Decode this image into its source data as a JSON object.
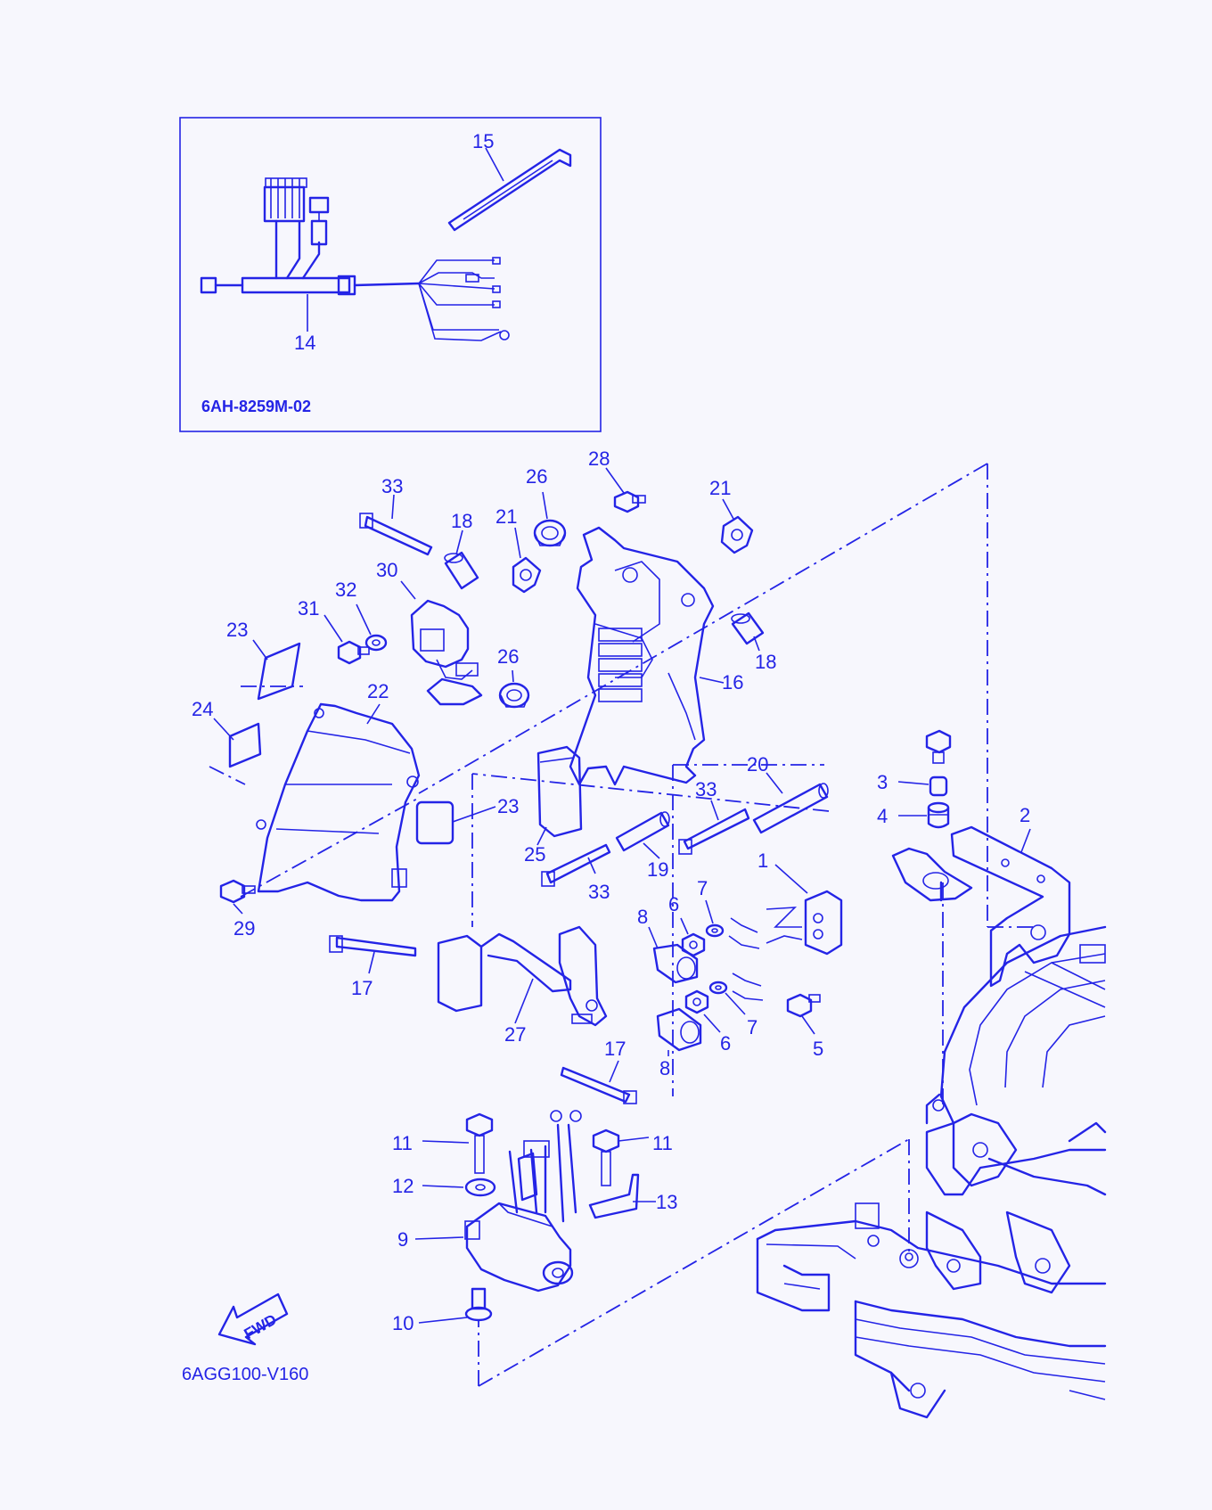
{
  "inset": {
    "code": "6AH-8259M-02",
    "callouts": [
      "15",
      "14"
    ]
  },
  "main": {
    "code": "6AGG100-V160",
    "fwd_label": "FWD",
    "callouts": {
      "c33a": "33",
      "c18a": "18",
      "c30": "30",
      "c32": "32",
      "c31": "31",
      "c26a": "26",
      "c21a": "21",
      "c28": "28",
      "c21b": "21",
      "c23a": "23",
      "c22": "22",
      "c26b": "26",
      "c18b": "18",
      "c16": "16",
      "c24": "24",
      "c20": "20",
      "c33b": "33",
      "c23b": "23",
      "c25": "25",
      "c19": "19",
      "c33c": "33",
      "c29": "29",
      "c3": "3",
      "c4": "4",
      "c2": "2",
      "c1": "1",
      "c7a": "7",
      "c6a": "6",
      "c8a": "8",
      "c17a": "17",
      "c27": "27",
      "c7b": "7",
      "c6b": "6",
      "c5": "5",
      "c8b": "8",
      "c17b": "17",
      "c11a": "11",
      "c11b": "11",
      "c12": "12",
      "c13": "13",
      "c9": "9",
      "c10": "10"
    }
  },
  "colors": {
    "line": "#2424e6",
    "paper": "#f7f7fd"
  }
}
